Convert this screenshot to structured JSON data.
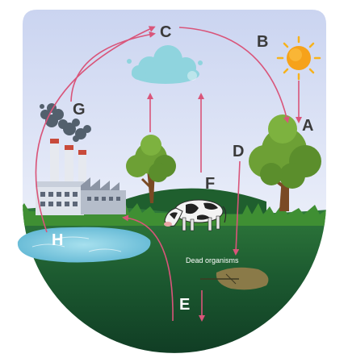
{
  "diagram": {
    "labels": {
      "a": "A",
      "b": "B",
      "c": "C",
      "d": "D",
      "e": "E",
      "f": "F",
      "g": "G",
      "h": "H"
    },
    "dead_organisms_caption": "Dead organisms"
  },
  "colors": {
    "sky_top": "#cfd8f2",
    "sky_bottom": "#ffffff",
    "ground_dark": "#123d26",
    "ground_mid": "#2e7a3c",
    "grass": "#3a8a2e",
    "arrow": "#d9557a",
    "water": "#7ac8e0",
    "cloud": "#8fd3df",
    "sun": "#f7a71b",
    "smoke": "#4f5a66"
  }
}
